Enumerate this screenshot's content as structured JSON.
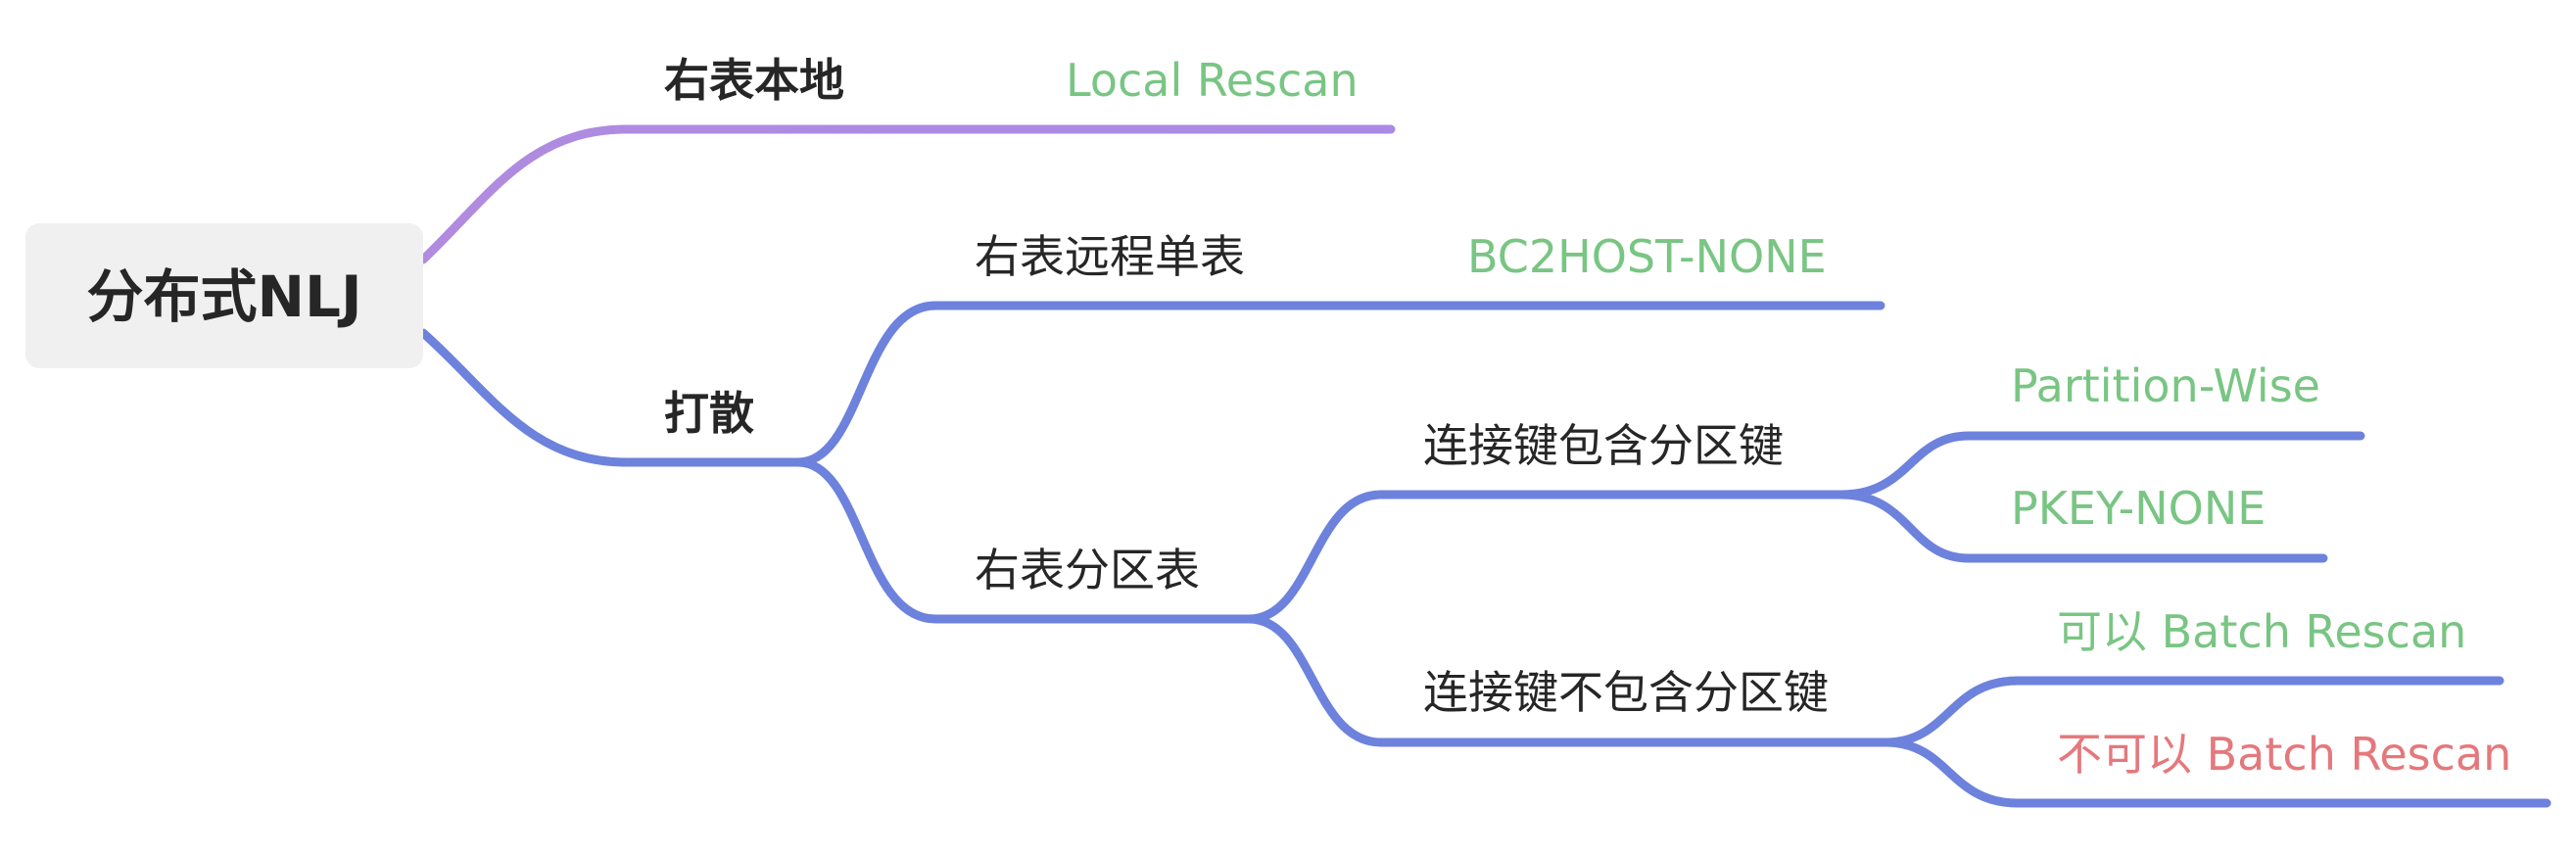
{
  "root": {
    "label": "分布式NLJ"
  },
  "branches": {
    "local": {
      "label": "右表本地",
      "result": "Local Rescan"
    },
    "shuffle": {
      "label": "打散",
      "remote_single": {
        "label": "右表远程单表",
        "result": "BC2HOST-NONE"
      },
      "partitioned": {
        "label": "右表分区表",
        "contains_key": {
          "label": "连接键包含分区键",
          "results": [
            "Partition-Wise",
            "PKEY-NONE"
          ]
        },
        "not_contains_key": {
          "label": "连接键不包含分区键",
          "results": [
            "可以 Batch Rescan",
            "不可以 Batch Rescan"
          ]
        }
      }
    }
  },
  "colors": {
    "edge_purple": "#a98ae4",
    "edge_blue": "#6d82dc",
    "result_green": "#79c583",
    "result_red": "#e5787c",
    "node_bg": "#eff0ef"
  }
}
